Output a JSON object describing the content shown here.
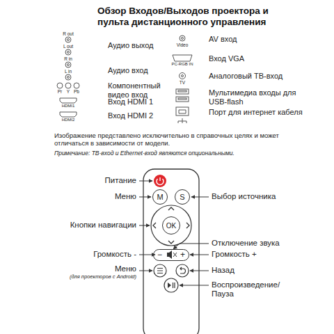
{
  "diagram": {
    "title": "Обзор Входов/Выходов проектора и пульта дистанционного управления",
    "nodes": [
      {
        "text": [
          "M"
        ]
      },
      {
        "text": [
          "S"
        ]
      },
      {
        "text": [
          "OK"
        ]
      },
      {
        "text": [
          "−",
          "+"
        ]
      }
    ],
    "labels": [
      "R out",
      "L out",
      "Аудио выход",
      "R in",
      "L in",
      "Аудио вход",
      "Pr",
      "Y",
      "Pb",
      "Компонентный видео вход",
      "HDMI1",
      "Вход HDMI 1",
      "HDMI2",
      "Вход HDMI 2",
      "Video",
      "AV вход",
      "PC-RGB IN",
      "Вход VGA",
      "TV",
      "Аналоговый ТВ-вход",
      "Мультимедиа входы для USB-flash",
      "Порт для интернет кабеля",
      "Изображение представлено исключительно в справочных целях и может отличаться в зависимости от модели.",
      "Примечание: ТВ-вход и Ethernet-вход являются опциональными.",
      "Питание",
      "Меню",
      "Кнопки навигации",
      "Громкость -",
      "Меню",
      "(для проекторов с Android)",
      "Выбор источника",
      "Отключение звука",
      "Громкость +",
      "Назад",
      "Воспроизведение/ Пауза"
    ]
  }
}
